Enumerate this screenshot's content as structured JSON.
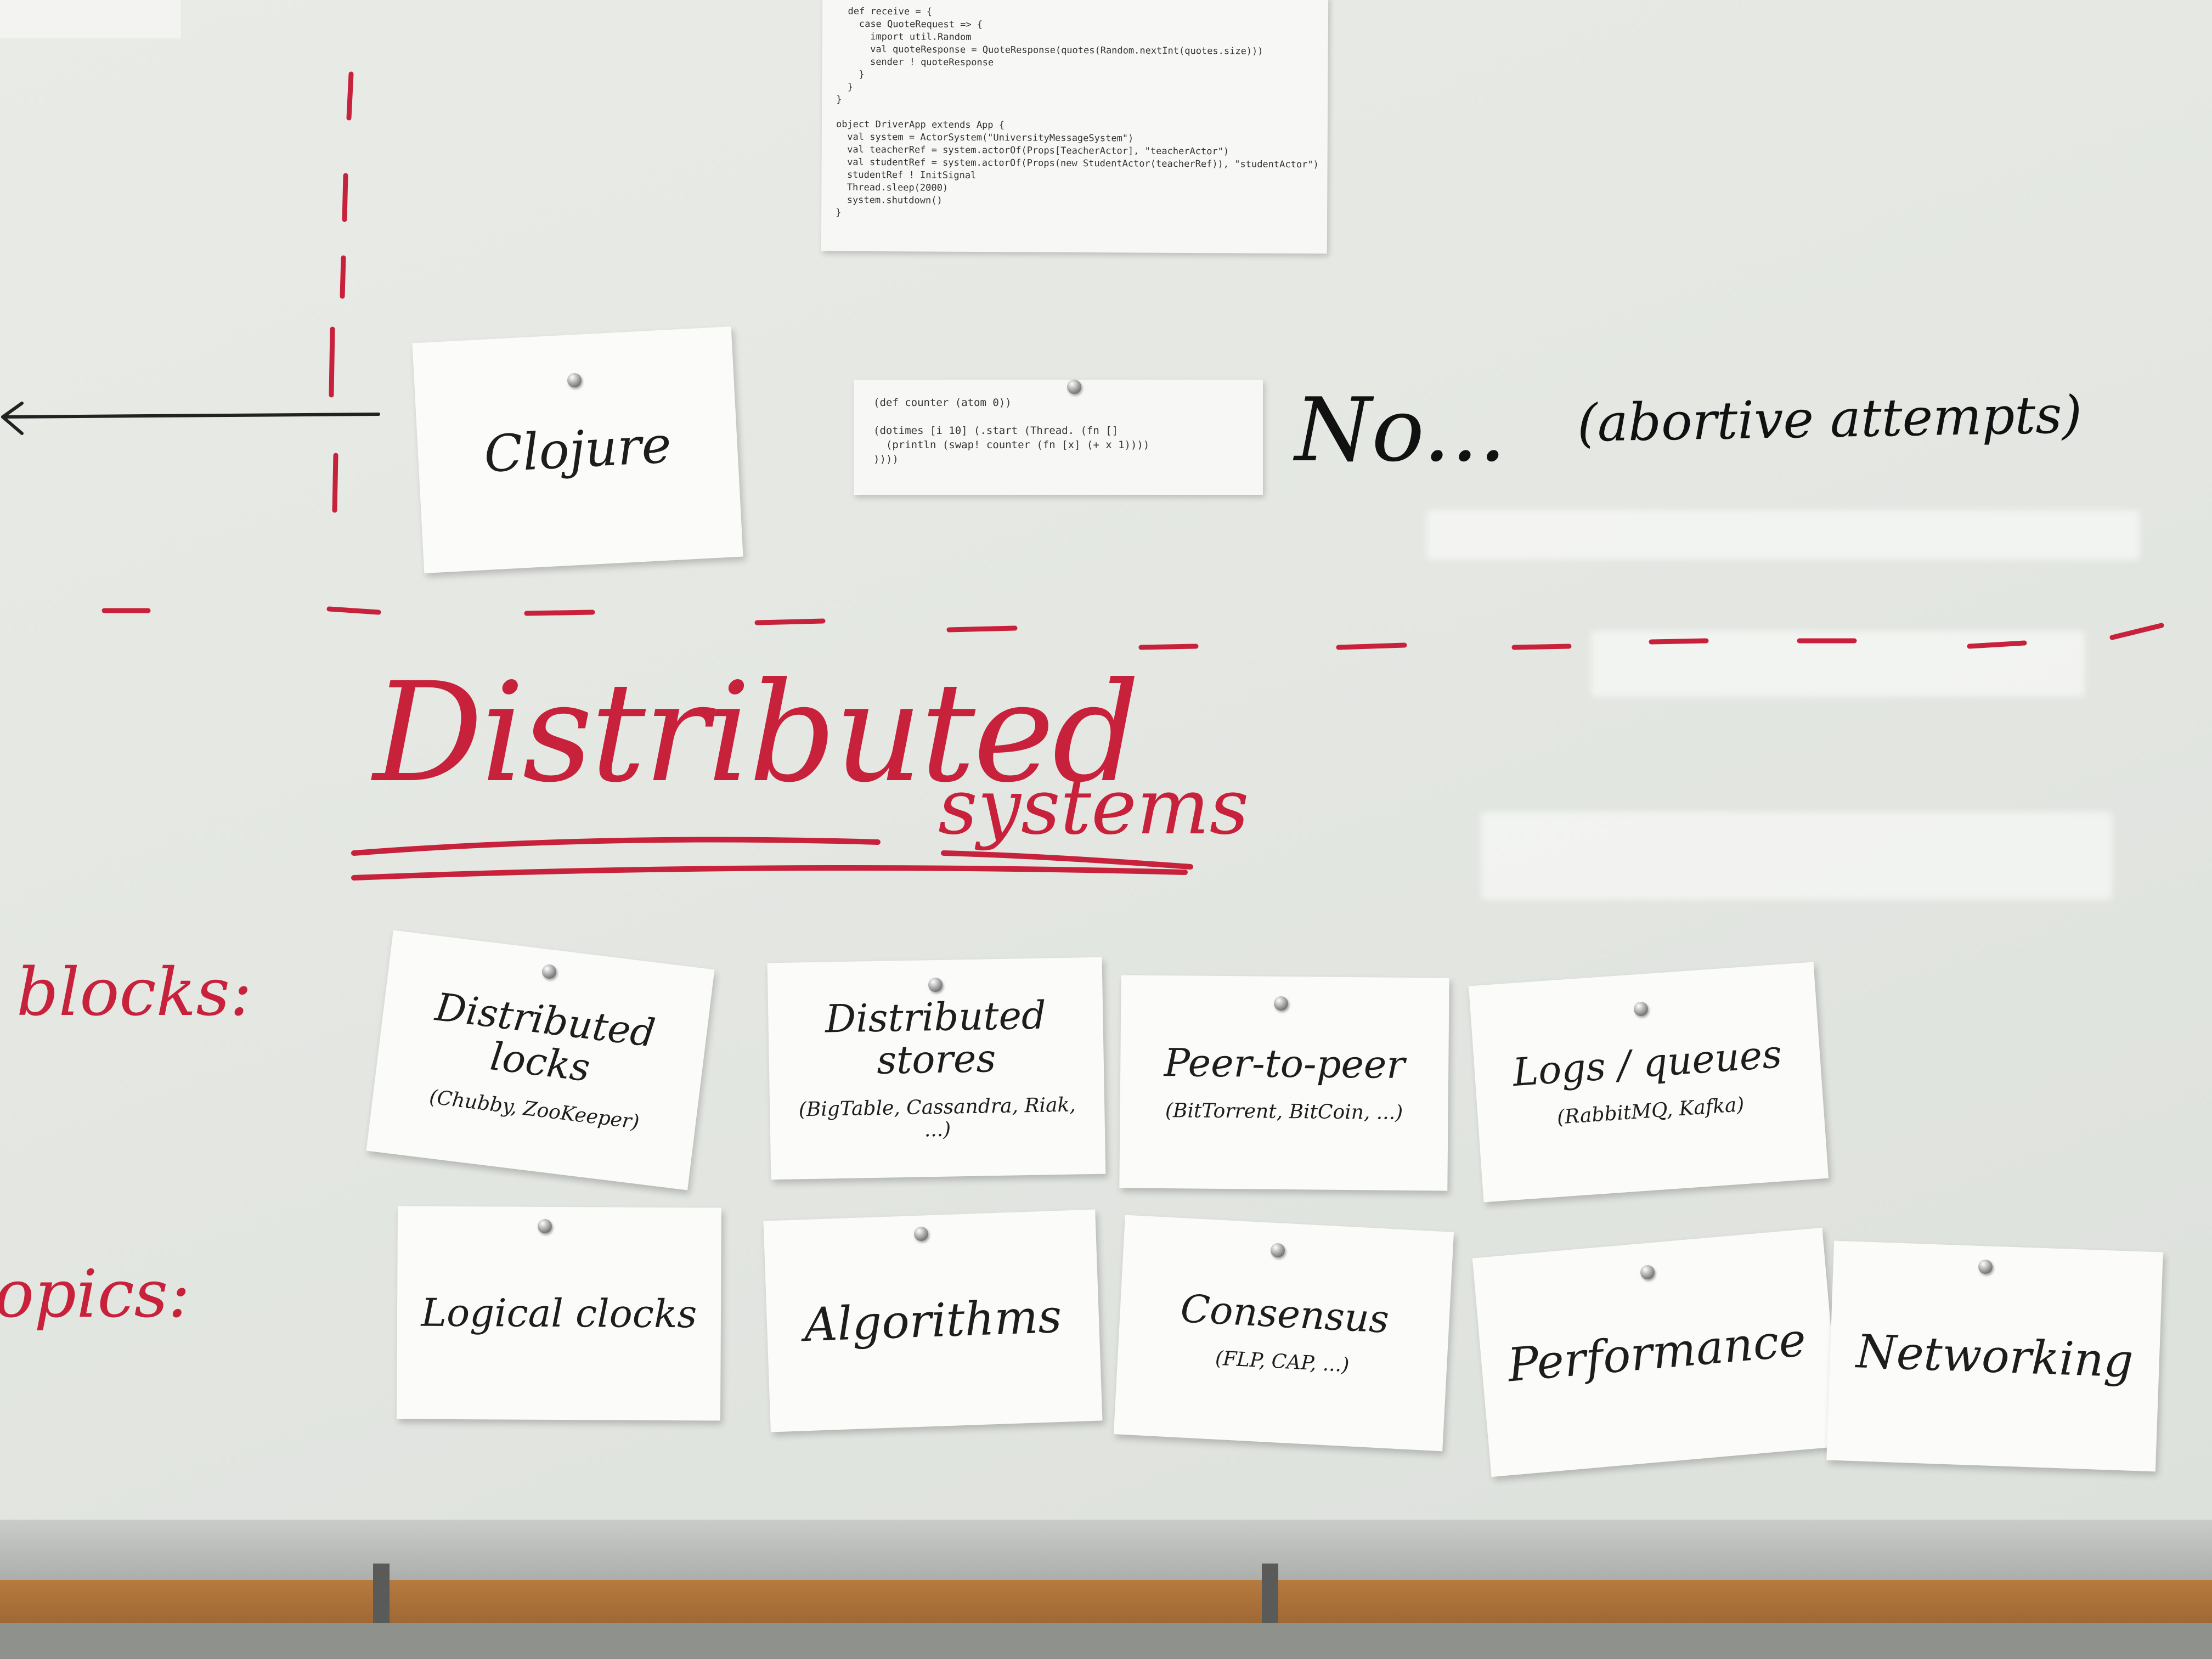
{
  "code_sheet": {
    "lines": [
      "  def receive = {",
      "    case QuoteRequest => {",
      "      import util.Random",
      "      val quoteResponse = QuoteResponse(quotes(Random.nextInt(quotes.size)))",
      "      sender ! quoteResponse",
      "    }",
      "  }",
      "}",
      "",
      "object DriverApp extends App {",
      "  val system = ActorSystem(\"UniversityMessageSystem\")",
      "  val teacherRef = system.actorOf(Props[TeacherActor], \"teacherActor\")",
      "  val studentRef = system.actorOf(Props(new StudentActor(teacherRef)), \"studentActor\")",
      "  studentRef ! InitSignal",
      "  Thread.sleep(2000)",
      "  system.shutdown()",
      "}"
    ]
  },
  "clojure_card": {
    "title": "Clojure"
  },
  "clojure_code": {
    "lines": [
      "(def counter (atom 0))",
      "",
      "(dotimes [i 10] (.start (Thread. (fn []",
      "  (println (swap! counter (fn [x] (+ x 1))))",
      "))))"
    ]
  },
  "notes": {
    "no": "No...",
    "abortive": "(abortive attempts)",
    "heading_distributed": "Distributed",
    "heading_systems": "systems",
    "side_blocks": "blocks:",
    "side_topics": "opics:"
  },
  "building_blocks": [
    {
      "title": "Distributed locks",
      "sub": "(Chubby, ZooKeeper)"
    },
    {
      "title": "Distributed stores",
      "sub": "(BigTable, Cassandra, Riak, ...)"
    },
    {
      "title": "Peer-to-peer",
      "sub": "(BitTorrent, BitCoin, ...)"
    },
    {
      "title": "Logs / queues",
      "sub": "(RabbitMQ, Kafka)"
    }
  ],
  "topics": [
    {
      "title": "Logical clocks",
      "sub": ""
    },
    {
      "title": "Algorithms",
      "sub": ""
    },
    {
      "title": "Consensus",
      "sub": "(FLP, CAP, ...)"
    },
    {
      "title": "Performance",
      "sub": ""
    },
    {
      "title": "Networking",
      "sub": ""
    }
  ],
  "colors": {
    "marker_red": "#c8213b",
    "marker_black": "#111111",
    "board": "#e5e8e3"
  }
}
